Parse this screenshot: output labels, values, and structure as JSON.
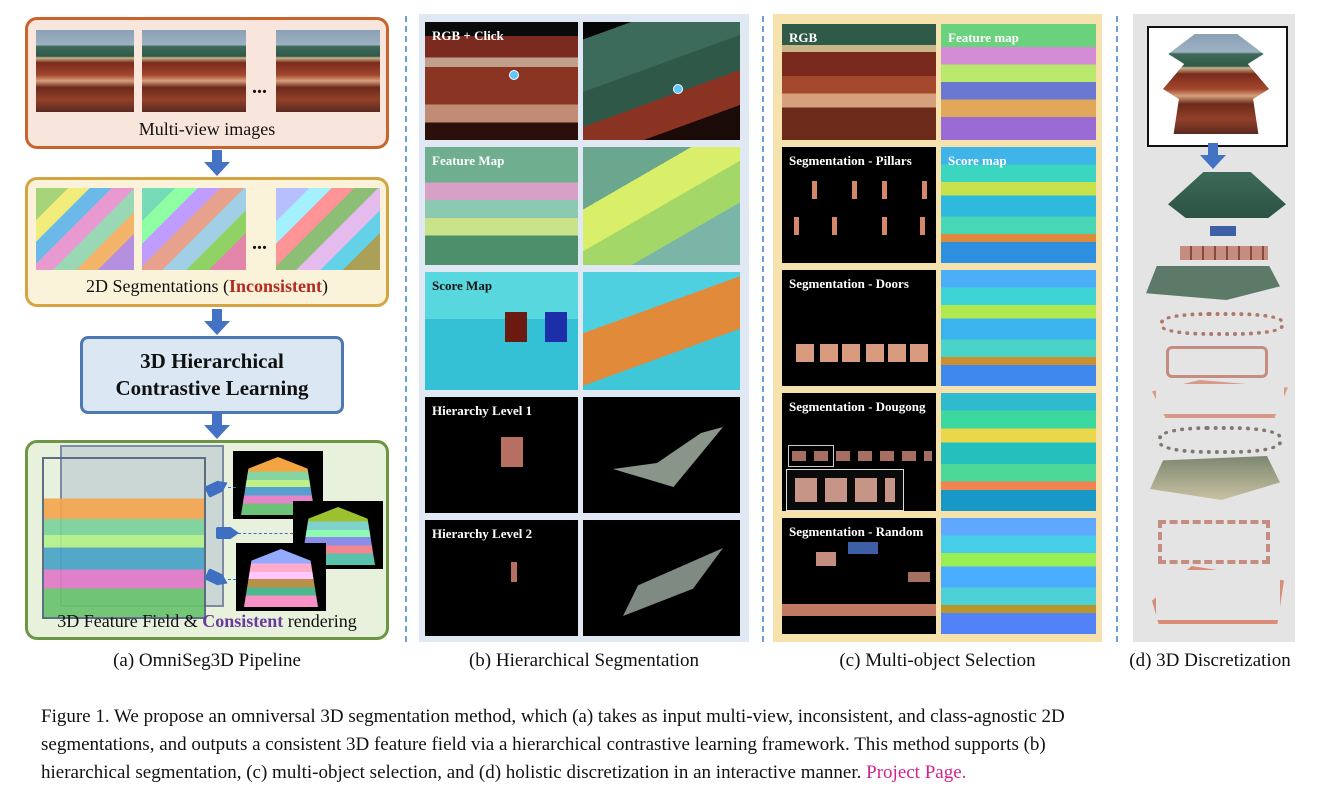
{
  "panel_a": {
    "multiview_label": "Multi-view images",
    "seg_label_prefix": "2D Segmentations (",
    "seg_label_highlight": "Inconsistent",
    "seg_label_suffix": ")",
    "hcl_line1": "3D Hierarchical",
    "hcl_line2": "Contrastive Learning",
    "feature_label_prefix": "3D Feature Field & ",
    "feature_label_highlight": "Consistent",
    "feature_label_suffix": " rendering",
    "ellipsis": "...",
    "caption": "(a) OmniSeg3D Pipeline"
  },
  "panel_b": {
    "rows": [
      {
        "label": "RGB + Click"
      },
      {
        "label": "Feature Map"
      },
      {
        "label": "Score Map"
      },
      {
        "label": "Hierarchy Level 1"
      },
      {
        "label": "Hierarchy Level 2"
      }
    ],
    "caption": "(b) Hierarchical Segmentation"
  },
  "panel_c": {
    "rows": [
      {
        "left_label": "RGB",
        "right_label": "Feature map"
      },
      {
        "left_label": "Segmentation - Pillars",
        "right_label": "Score map"
      },
      {
        "left_label": "Segmentation - Doors",
        "right_label": ""
      },
      {
        "left_label": "Segmentation - Dougong",
        "right_label": ""
      },
      {
        "left_label": "Segmentation - Random",
        "right_label": ""
      }
    ],
    "caption": "(c) Multi-object Selection"
  },
  "panel_d": {
    "caption": "(d) 3D Discretization"
  },
  "figure_caption": {
    "line1": "Figure 1.  We propose an omniversal 3D segmentation method, which (a) takes as input multi-view, inconsistent, and class-agnostic 2D",
    "line2": "segmentations, and outputs a consistent 3D feature field via a hierarchical contrastive learning framework.  This method supports (b)",
    "line3": "hierarchical segmentation, (c) multi-object selection, and (d) holistic discretization in an interactive manner. ",
    "link": "Project Page."
  },
  "colors": {
    "inconsistent": "#b32a1f",
    "consistent": "#6a3a9e",
    "link": "#d0248c",
    "arrow": "#4472c4"
  }
}
